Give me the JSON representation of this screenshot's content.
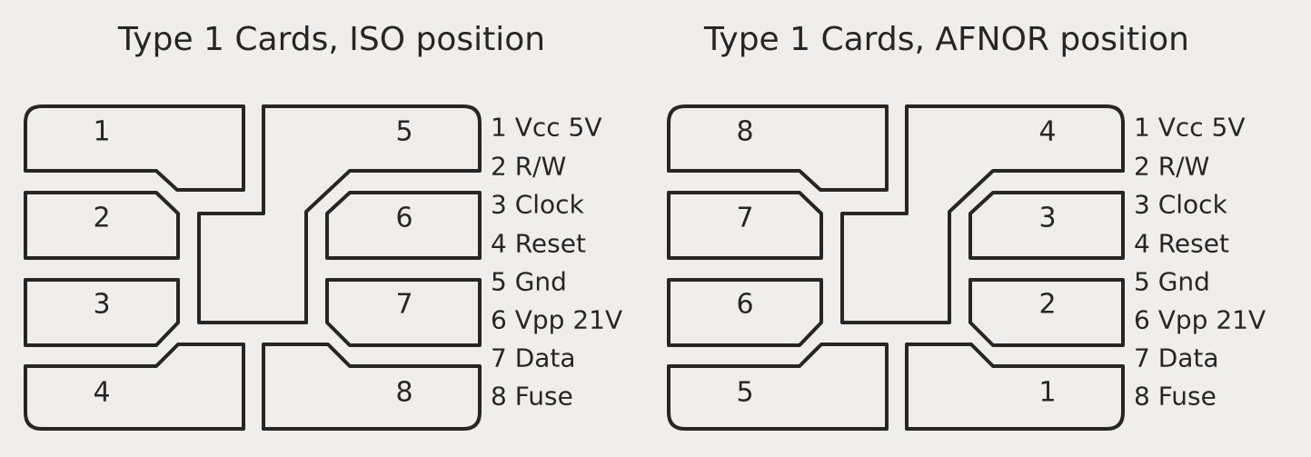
{
  "diagrams": [
    {
      "title": "Type 1 Cards, ISO position",
      "contact_numbers": [
        "1",
        "5",
        "2",
        "6",
        "3",
        "7",
        "4",
        "8"
      ],
      "pin_legend": [
        "1 Vcc 5V",
        "2 R/W",
        "3 Clock",
        "4 Reset",
        "5 Gnd",
        "6 Vpp 21V",
        "7 Data",
        "8 Fuse"
      ]
    },
    {
      "title": "Type 1 Cards, AFNOR position",
      "contact_numbers": [
        "8",
        "4",
        "7",
        "3",
        "6",
        "2",
        "5",
        "1"
      ],
      "pin_legend": [
        "1 Vcc 5V",
        "2 R/W",
        "3 Clock",
        "4 Reset",
        "5 Gnd",
        "6 Vpp 21V",
        "7 Data",
        "8 Fuse"
      ]
    }
  ],
  "colors": {
    "line": "#262626",
    "background": "#efeeec"
  }
}
